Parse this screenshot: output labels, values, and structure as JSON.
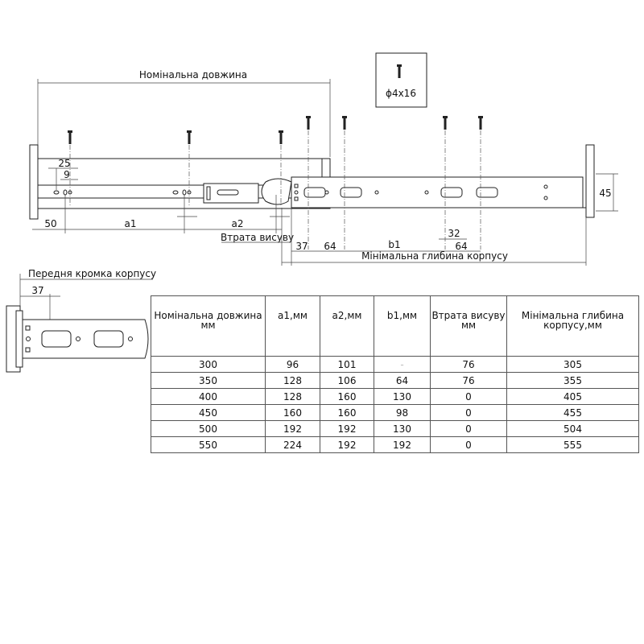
{
  "drawing": {
    "nominal_length": "Номінальна довжина",
    "screw": "ϕ4x16",
    "d25": "25",
    "d9": "9",
    "d50": "50",
    "a1": "a1",
    "a2": "a2",
    "ext_loss": "Втрата висуву",
    "d37": "37",
    "d64": "64",
    "b1": "b1",
    "d32": "32",
    "d64b": "64",
    "min_depth": "Мінімальна глибина корпусу",
    "d45": "45",
    "front_edge": "Передня кромка корпусу",
    "detail37": "37"
  },
  "table": {
    "headers": [
      [
        "Номінальна довжина",
        "мм"
      ],
      [
        "a1,мм",
        ""
      ],
      [
        "a2,мм",
        ""
      ],
      [
        "b1,мм",
        ""
      ],
      [
        "Втрата висуву",
        "мм"
      ],
      [
        "Мінімальна глибина",
        "корпусу,мм"
      ]
    ],
    "rows": [
      [
        "300",
        "96",
        "101",
        "-",
        "76",
        "305"
      ],
      [
        "350",
        "128",
        "106",
        "64",
        "76",
        "355"
      ],
      [
        "400",
        "128",
        "160",
        "130",
        "0",
        "405"
      ],
      [
        "450",
        "160",
        "160",
        "98",
        "0",
        "455"
      ],
      [
        "500",
        "192",
        "192",
        "130",
        "0",
        "504"
      ],
      [
        "550",
        "224",
        "192",
        "192",
        "0",
        "555"
      ]
    ]
  }
}
